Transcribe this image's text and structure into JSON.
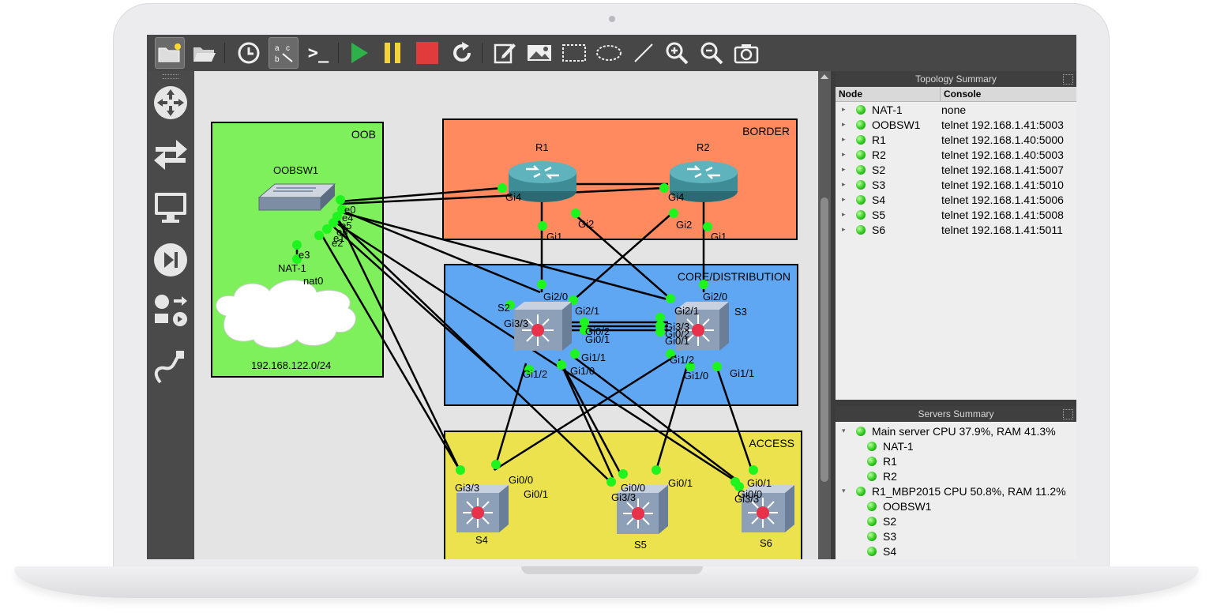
{
  "toolbar": {
    "buttons": [
      "browse-all-devices",
      "open-project",
      "snapshot",
      "show-interface-labels",
      "console-all",
      "start-all",
      "suspend-all",
      "stop-all",
      "reload-all",
      "add-note",
      "insert-image",
      "draw-rectangle",
      "draw-ellipse",
      "draw-line",
      "zoom-in",
      "zoom-out",
      "screenshot"
    ],
    "console_glyph": ">_",
    "colors": {
      "start": "#2fb14a",
      "suspend": "#f2d33a",
      "stop": "#e23b3b"
    }
  },
  "dock": {
    "buttons": [
      "routers",
      "switches",
      "end-devices",
      "security-devices",
      "all-devices",
      "add-link"
    ]
  },
  "topology": {
    "zones": [
      {
        "id": "oob",
        "title": "OOB",
        "color": "#7ef05c"
      },
      {
        "id": "border",
        "title": "BORDER",
        "color": "#ff8a60"
      },
      {
        "id": "core",
        "title": "CORE/DISTRIBUTION",
        "color": "#5fa7f2"
      },
      {
        "id": "access",
        "title": "ACCESS",
        "color": "#ece24d"
      }
    ],
    "nodes": {
      "oobsw1": "OOBSW1",
      "nat1": "NAT-1",
      "nat0": "nat0",
      "subnet": "192.168.122.0/24",
      "r1": "R1",
      "r2": "R2",
      "s2": "S2",
      "s3": "S3",
      "s4": "S4",
      "s5": "S5",
      "s6": "S6"
    },
    "ports": {
      "oob_e0": "e0",
      "oob_e4": "e4",
      "oob_e5": "e5",
      "oob_e6": "e6",
      "oob_e1": "e1",
      "oob_e2": "e2",
      "oob_e3": "e3",
      "r1_gi4": "Gi4",
      "r1_gi1": "Gi1",
      "r1_gi2": "Gi2",
      "r2_gi4": "Gi4",
      "r2_gi2": "Gi2",
      "r2_gi1": "Gi1",
      "s2_gi20": "Gi2/0",
      "s2_gi21": "Gi2/1",
      "s2_gi33": "Gi3/3",
      "s2_gi02": "Gi0/2",
      "s2_gi01": "Gi0/1",
      "s2_gi11": "Gi1/1",
      "s2_gi10": "Gi1/0",
      "s2_gi12": "Gi1/2",
      "s3_gi20": "Gi2/0",
      "s3_gi21": "Gi2/1",
      "s3_gi33": "Gi3/3",
      "s3_gi02": "Gi0/2",
      "s3_gi01": "Gi0/1",
      "s3_gi12": "Gi1/2",
      "s3_gi10": "Gi1/0",
      "s3_gi11": "Gi1/1",
      "s4_gi33": "Gi3/3",
      "s4_gi00": "Gi0/0",
      "s4_gi01": "Gi0/1",
      "s5_gi00": "Gi0/0",
      "s5_gi33": "Gi3/3",
      "s5_gi01": "Gi0/1",
      "s6_gi01": "Gi0/1",
      "s6_gi33": "Gi3/3",
      "s6_gi00": "Gi0/0"
    }
  },
  "topology_summary": {
    "title": "Topology Summary",
    "columns": [
      "Node",
      "Console"
    ],
    "rows": [
      {
        "node": "NAT-1",
        "console": "none"
      },
      {
        "node": "OOBSW1",
        "console": "telnet 192.168.1.41:5003"
      },
      {
        "node": "R1",
        "console": "telnet 192.168.1.40:5000"
      },
      {
        "node": "R2",
        "console": "telnet 192.168.1.40:5003"
      },
      {
        "node": "S2",
        "console": "telnet 192.168.1.41:5007"
      },
      {
        "node": "S3",
        "console": "telnet 192.168.1.41:5010"
      },
      {
        "node": "S4",
        "console": "telnet 192.168.1.41:5006"
      },
      {
        "node": "S5",
        "console": "telnet 192.168.1.41:5008"
      },
      {
        "node": "S6",
        "console": "telnet 192.168.1.41:5011"
      }
    ]
  },
  "servers_summary": {
    "title": "Servers Summary",
    "servers": [
      {
        "label": "Main server CPU 37.9%, RAM 41.3%",
        "children": [
          "NAT-1",
          "R1",
          "R2"
        ]
      },
      {
        "label": "R1_MBP2015 CPU 50.8%, RAM 11.2%",
        "children": [
          "OOBSW1",
          "S2",
          "S3",
          "S4"
        ]
      }
    ]
  }
}
